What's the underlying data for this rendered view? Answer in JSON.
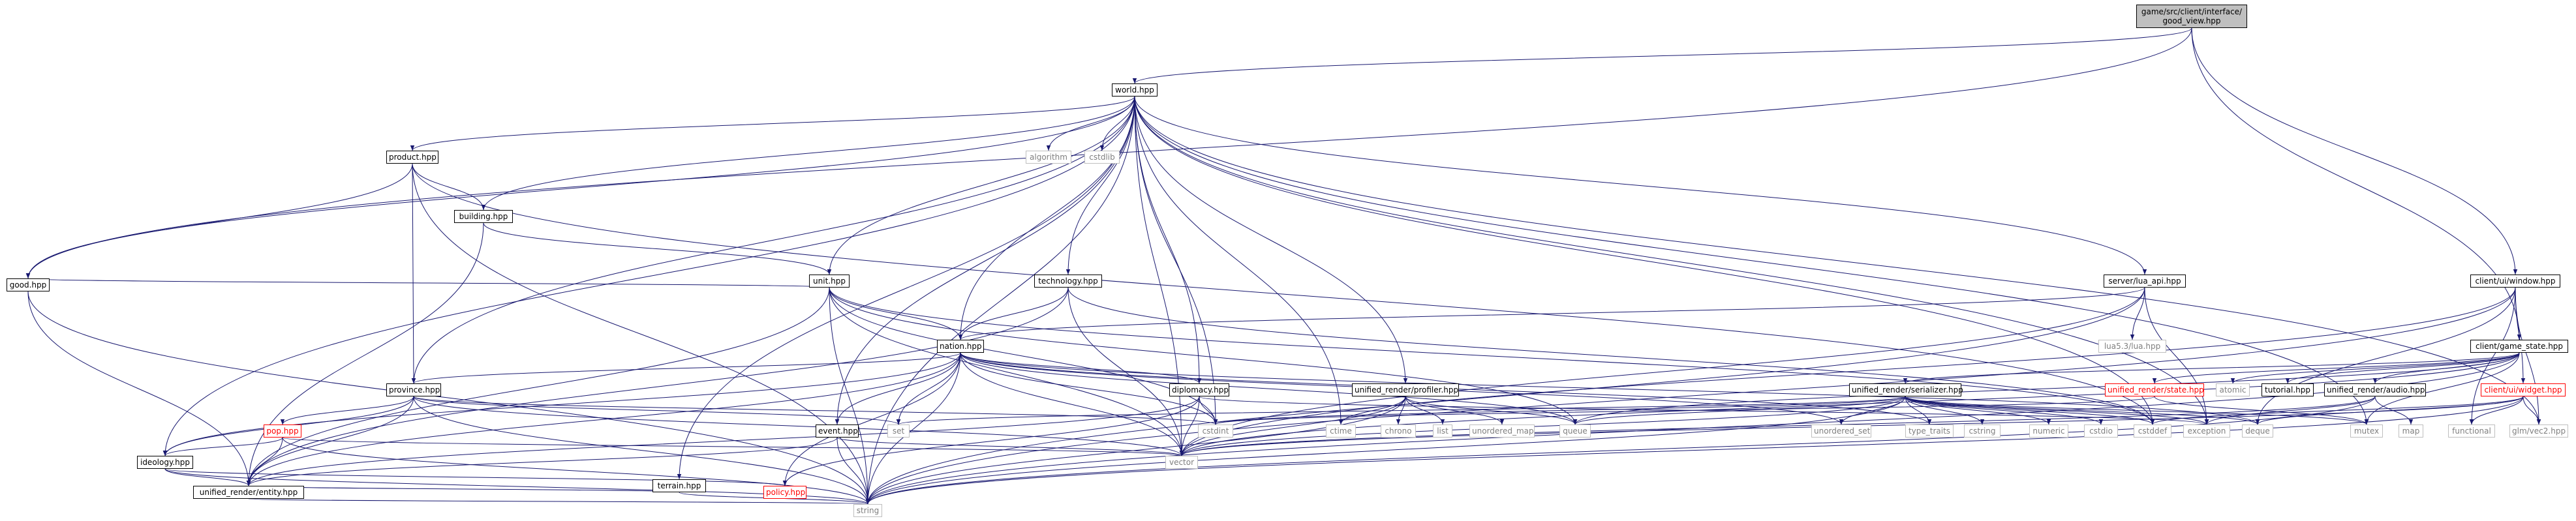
{
  "nodes": {
    "root": {
      "label": "game/src/client/interface/good_view.hpp"
    },
    "world": {
      "label": "world.hpp"
    },
    "product": {
      "label": "product.hpp"
    },
    "algorithm": {
      "label": "algorithm"
    },
    "cstdlib": {
      "label": "cstdlib"
    },
    "building": {
      "label": "building.hpp"
    },
    "unit": {
      "label": "unit.hpp"
    },
    "technology": {
      "label": "technology.hpp"
    },
    "lua_api": {
      "label": "server/lua_api.hpp"
    },
    "good": {
      "label": "good.hpp"
    },
    "nation": {
      "label": "nation.hpp"
    },
    "lua": {
      "label": "lua5.3/lua.hpp"
    },
    "game_state": {
      "label": "client/game_state.hpp"
    },
    "window": {
      "label": "client/ui/window.hpp"
    },
    "province": {
      "label": "province.hpp"
    },
    "diplomacy": {
      "label": "diplomacy.hpp"
    },
    "profiler": {
      "label": "unified_render/profiler.hpp"
    },
    "serializer": {
      "label": "unified_render/serializer.hpp"
    },
    "ur_state": {
      "label": "unified_render/state.hpp"
    },
    "atomic": {
      "label": "atomic"
    },
    "tutorial": {
      "label": "tutorial.hpp"
    },
    "audio": {
      "label": "unified_render/audio.hpp"
    },
    "widget": {
      "label": "client/ui/widget.hpp"
    },
    "pop": {
      "label": "pop.hpp"
    },
    "event": {
      "label": "event.hpp"
    },
    "set": {
      "label": "set"
    },
    "cstdint": {
      "label": "cstdint"
    },
    "ctime": {
      "label": "ctime"
    },
    "chrono": {
      "label": "chrono"
    },
    "list": {
      "label": "list"
    },
    "unordered_map": {
      "label": "unordered_map"
    },
    "queue": {
      "label": "queue"
    },
    "unordered_set": {
      "label": "unordered_set"
    },
    "type_traits": {
      "label": "type_traits"
    },
    "cstring": {
      "label": "cstring"
    },
    "numeric": {
      "label": "numeric"
    },
    "cstdio": {
      "label": "cstdio"
    },
    "cstddef": {
      "label": "cstddef"
    },
    "exception": {
      "label": "exception"
    },
    "deque": {
      "label": "deque"
    },
    "mutex": {
      "label": "mutex"
    },
    "map": {
      "label": "map"
    },
    "functional": {
      "label": "functional"
    },
    "vec2": {
      "label": "glm/vec2.hpp"
    },
    "ideology": {
      "label": "ideology.hpp"
    },
    "vector": {
      "label": "vector"
    },
    "terrain": {
      "label": "terrain.hpp"
    },
    "entity": {
      "label": "unified_render/entity.hpp"
    },
    "policy": {
      "label": "policy.hpp"
    },
    "string": {
      "label": "string"
    }
  },
  "colors": {
    "edge": "#191970",
    "root_fill": "#bfbfbf",
    "missing_border": "#bfbfbf",
    "truncated_border": "#ff0000"
  }
}
